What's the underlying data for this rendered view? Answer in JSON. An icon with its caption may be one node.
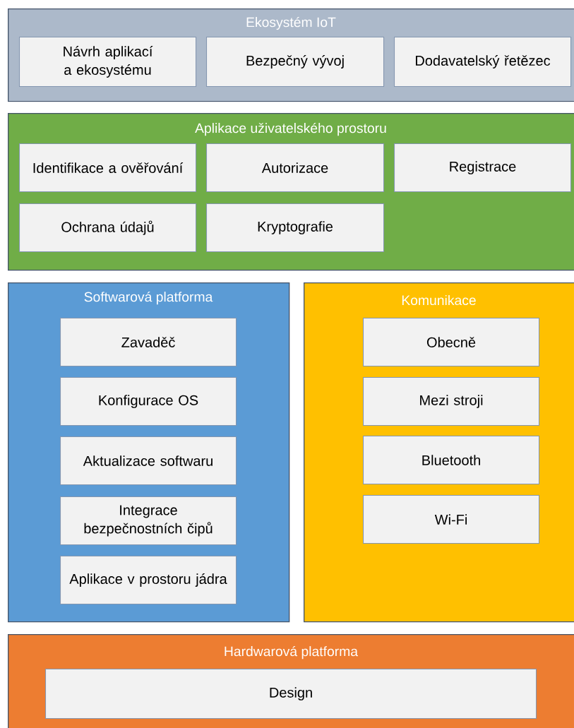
{
  "diagram": {
    "nodes": [
      {
        "text": [
          "Ekosystém IoT"
        ]
      },
      {
        "text": [
          "Návrh aplikací a ekosystému"
        ],
        "in": 0
      },
      {
        "text": [
          "Bezpečný vývoj"
        ],
        "in": 0
      },
      {
        "text": [
          "Dodavatelský řetězec"
        ],
        "in": 0
      },
      {
        "text": [
          "Aplikace uživatelského prostoru"
        ]
      },
      {
        "text": [
          "Identifikace a ověřování"
        ],
        "in": 4
      },
      {
        "text": [
          "Autorizace"
        ],
        "in": 4
      },
      {
        "text": [
          "Registrace"
        ],
        "in": 4
      },
      {
        "text": [
          "Ochrana údajů"
        ],
        "in": 4
      },
      {
        "text": [
          "Kryptografie"
        ],
        "in": 4
      },
      {
        "text": [
          "Softwarová platforma"
        ]
      },
      {
        "text": [
          "Zavaděč"
        ],
        "in": 10
      },
      {
        "text": [
          "Konfigurace OS"
        ],
        "in": 10
      },
      {
        "text": [
          "Aktualizace softwaru"
        ],
        "in": 10
      },
      {
        "text": [
          "Integrace bezpečnostních čipů"
        ],
        "in": 10
      },
      {
        "text": [
          "Aplikace v prostoru jádra"
        ],
        "in": 10
      },
      {
        "text": [
          "Komunikace"
        ]
      },
      {
        "text": [
          "Obecně"
        ],
        "in": 16
      },
      {
        "text": [
          "Mezi stroji"
        ],
        "in": 16
      },
      {
        "text": [
          "Bluetooth"
        ],
        "in": 16
      },
      {
        "text": [
          "Wi-Fi"
        ],
        "in": 16
      },
      {
        "text": [
          "Hardwarová platforma"
        ]
      },
      {
        "text": [
          "Design"
        ],
        "in": 21
      }
    ]
  }
}
